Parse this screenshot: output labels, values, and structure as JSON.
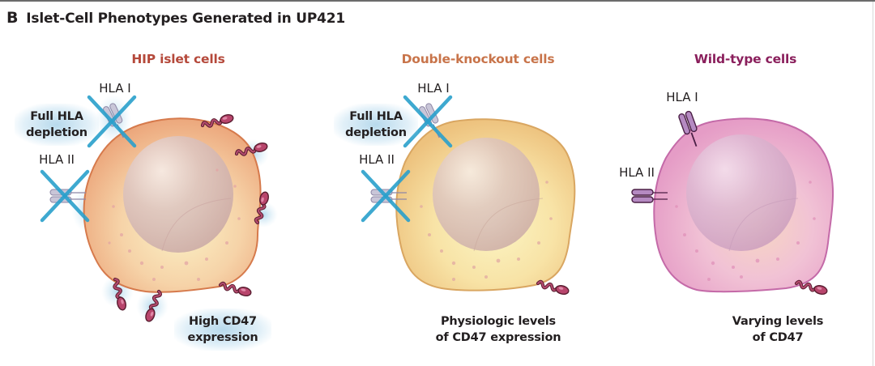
{
  "figure": {
    "panel_letter": "B",
    "title": "Islet-Cell Phenotypes Generated in UP421"
  },
  "cells": [
    {
      "id": "hip",
      "title": "HIP islet cells",
      "title_color": "#b5493b",
      "hla1_label": "HLA I",
      "hla2_label": "HLA II",
      "hla_note": [
        "Full HLA",
        "depletion"
      ],
      "cd47_note": [
        "High CD47",
        "expression"
      ],
      "body_fill": "#f4c9a0",
      "membrane_color": "#d97a4e",
      "hla_state": "depleted",
      "cd47_level": "high"
    },
    {
      "id": "dko",
      "title": "Double-knockout cells",
      "title_color": "#c8744a",
      "hla1_label": "HLA I",
      "hla2_label": "HLA II",
      "hla_note": [
        "Full HLA",
        "depletion"
      ],
      "cd47_note": [
        "Physiologic levels",
        "of CD47 expression"
      ],
      "body_fill": "#f6dc9c",
      "membrane_color": "#d9a661",
      "hla_state": "depleted",
      "cd47_level": "physiologic"
    },
    {
      "id": "wt",
      "title": "Wild-type cells",
      "title_color": "#8a1f5c",
      "hla1_label": "HLA I",
      "hla2_label": "HLA II",
      "hla_note": null,
      "cd47_note": [
        "Varying levels",
        "of CD47"
      ],
      "body_fill": "#f0b9d4",
      "membrane_color": "#c46aa8",
      "hla_state": "present",
      "cd47_level": "varying"
    }
  ],
  "colors": {
    "cd47": "#a8375e",
    "hla_cross": "#2aa0cc",
    "hla_depleted_receptor": "#b7b4c8",
    "hla_present_receptor": "#9a4c8e",
    "text": "#231f20"
  }
}
